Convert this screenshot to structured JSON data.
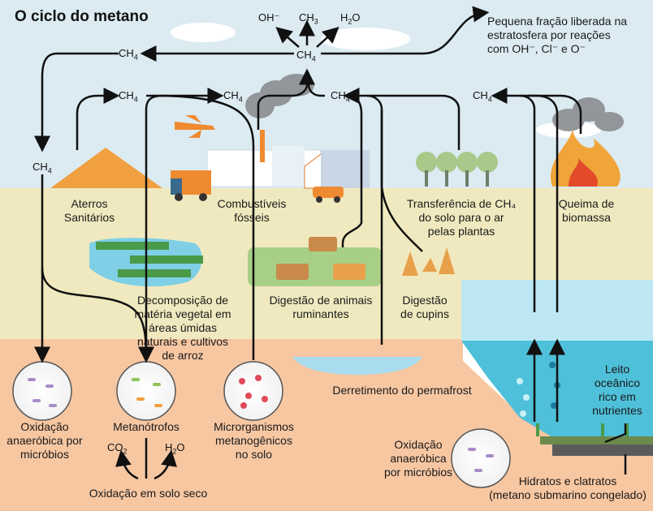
{
  "title": "O ciclo do metano",
  "chem": {
    "oh": "OH⁻",
    "ch3": "CH",
    "ch3_sub": "3",
    "h2o": "H",
    "h2o_sub": "2",
    "h2o_tail": "O",
    "ch4": "CH",
    "ch4_sub": "4",
    "co2": "CO",
    "co2_sub": "2"
  },
  "labels": {
    "stratosphere": "Pequena fração liberada na\nestratosfera por reações\ncom OH⁻, Cl⁻ e O⁻",
    "landfills": "Aterros\nSanitários",
    "fossil": "Combustíveis\nfósseis",
    "plants": "Transferência de CH₄\ndo solo para o ar\npelas plantas",
    "biomass": "Queima de\nbiomassa",
    "wetlands": "Decomposição de\nmatéria vegetal em\náreas úmidas\nnaturais e cultivos\nde arroz",
    "ruminants": "Digestão de animais\nruminantes",
    "termites": "Digestão\nde cupins",
    "permafrost": "Derretimento do permafrost",
    "ocean_floor": "Leito\noceânico\nrico em\nnutrientes",
    "anaerobic_left": "Oxidação\nanaeróbica por\nmicróbios",
    "methanotrophs": "Metanótrofos",
    "methanogens": "Microrganismos\nmetanogênicos\nno solo",
    "anaerobic_right": "Oxidação\nanaeróbica\npor micróbios",
    "dry_soil": "Oxidação em solo seco",
    "hydrates": "Hidratos e clatratos\n(metano submarino congelado)"
  },
  "colors": {
    "sky": "#dcebf2",
    "land": "#f0e9bf",
    "soil": "#f7c7a2",
    "sea": "#4fc0d9",
    "arrow": "#111111",
    "fire": "#f0a53a",
    "smoke": "#8a8c90"
  }
}
